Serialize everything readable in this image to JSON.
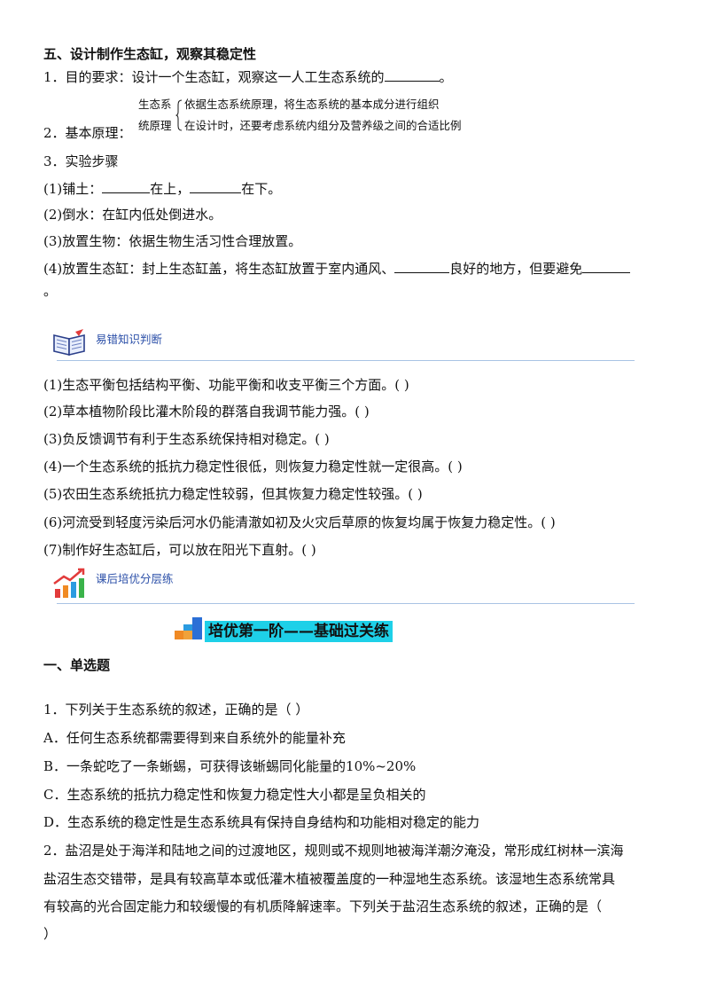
{
  "section5": {
    "title": "五、设计制作生态缸，观察其稳定性",
    "item1_prefix": "1．目的要求：设计一个生态缸，观察这一人工生态系统的",
    "item1_suffix": "。",
    "item2_label": "2．基本原理：",
    "principle_left_top": "生态系",
    "principle_left_bottom": "统原理",
    "principle_line1": "依据生态系统原理，将生态系统的基本成分进行组织",
    "principle_line2": "在设计时，还要考虑系统内组分及营养级之间的合适比例",
    "item3": "3．实验步骤",
    "step1_prefix": "(1)铺土：",
    "step1_mid": "在上，",
    "step1_suffix": "在下。",
    "step2": "(2)倒水：在缸内低处倒进水。",
    "step3": "(3)放置生物：依据生物生活习性合理放置。",
    "step4_prefix": "(4)放置生态缸：封上生态缸盖，将生态缸放置于室内通风、",
    "step4_mid": "良好的地方，但要避免",
    "step4_end": "。"
  },
  "judge": {
    "label": "易错知识判断",
    "items": [
      "(1)生态平衡包括结构平衡、功能平衡和收支平衡三个方面。(    )",
      "(2)草本植物阶段比灌木阶段的群落自我调节能力强。(    )",
      "(3)负反馈调节有利于生态系统保持相对稳定。(    )",
      "(4)一个生态系统的抵抗力稳定性很低，则恢复力稳定性就一定很高。(    )",
      "(5)农田生态系统抵抗力稳定性较弱，但其恢复力稳定性较强。(    )",
      "(6)河流受到轻度污染后河水仍能清澈如初及火灾后草原的恢复均属于恢复力稳定性。(    )",
      "(7)制作好生态缸后，可以放在阳光下直射。(    )"
    ]
  },
  "practice": {
    "label": "课后培优分层练",
    "banner": "培优第一阶——基础过关练",
    "section_title": "一、单选题",
    "q1": {
      "stem": "1．下列关于生态系统的叙述，正确的是（     ）",
      "options": [
        "A．任何生态系统都需要得到来自系统外的能量补充",
        "B．一条蛇吃了一条蜥蜴，可获得该蜥蜴同化能量的10%~20%",
        "C．生态系统的抵抗力稳定性和恢复力稳定性大小都是呈负相关的",
        "D．生态系统的稳定性是生态系统具有保持自身结构和功能相对稳定的能力"
      ]
    },
    "q2": {
      "lines": [
        "2．盐沼是处于海洋和陆地之间的过渡地区，规则或不规则地被海洋潮汐淹没，常形成红树林一滨海",
        "盐沼生态交错带，是具有较高草本或低灌木植被覆盖度的一种湿地生态系统。该湿地生态系统常具",
        "有较高的光合固定能力和较缓慢的有机质降解速率。下列关于盐沼生态系统的叙述，正确的是（",
        "）"
      ]
    }
  },
  "colors": {
    "banner_bg": "#1ed0e8",
    "rule": "#a9c3e4",
    "label_blue": "#2b4fa8"
  }
}
